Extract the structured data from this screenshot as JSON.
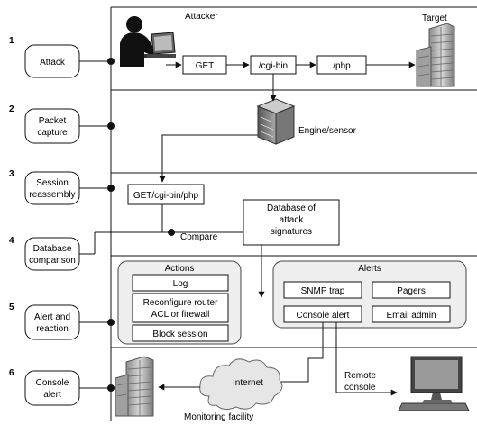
{
  "steps": [
    {
      "num": "1",
      "lines": [
        "Attack"
      ]
    },
    {
      "num": "2",
      "lines": [
        "Packet",
        "capture"
      ]
    },
    {
      "num": "3",
      "lines": [
        "Session",
        "reassembly"
      ]
    },
    {
      "num": "4",
      "lines": [
        "Database",
        "comparison"
      ]
    },
    {
      "num": "5",
      "lines": [
        "Alert and",
        "reaction"
      ]
    },
    {
      "num": "6",
      "lines": [
        "Console",
        "alert"
      ]
    }
  ],
  "attack": {
    "attacker_label": "Attacker",
    "target_label": "Target",
    "packets": [
      "GET",
      "/cgi-bin",
      "/php"
    ]
  },
  "capture": {
    "engine_label": "Engine/sensor"
  },
  "reassembly": {
    "request": "GET/cgi-bin/php"
  },
  "comparison": {
    "compare_label": "Compare",
    "database_lines": [
      "Database of",
      "attack",
      "signatures"
    ]
  },
  "actions": {
    "title": "Actions",
    "items": [
      [
        "Log"
      ],
      [
        "Reconfigure router",
        "ACL or firewall"
      ],
      [
        "Block session"
      ]
    ]
  },
  "alerts": {
    "title": "Alerts",
    "items": [
      "SNMP trap",
      "Pagers",
      "Console alert",
      "Email admin"
    ]
  },
  "console": {
    "internet_label": "Internet",
    "facility_label": "Monitoring facility",
    "remote_lines": [
      "Remote",
      "console"
    ]
  },
  "icons": {
    "attacker": "attacker-at-laptop-icon",
    "target": "office-building-icon",
    "engine": "sensor-server-icon",
    "facility": "office-building-icon",
    "internet": "cloud-icon",
    "remote": "desktop-computer-icon"
  }
}
